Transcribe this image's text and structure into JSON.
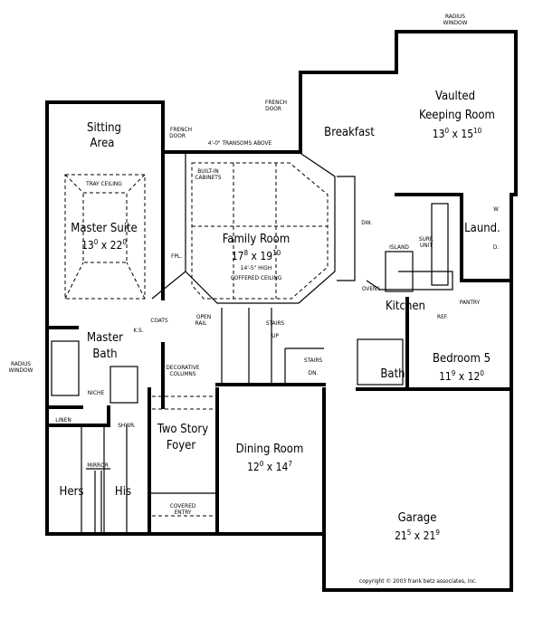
{
  "rooms": [
    {
      "id": "sitting",
      "name": "Sitting",
      "name2": "Area"
    },
    {
      "id": "master-suite",
      "name": "Master Suite",
      "dim": {
        "a": "13",
        "as": "0",
        "b": "22",
        "bs": "0"
      }
    },
    {
      "id": "family-room",
      "name": "Family Room",
      "dim": {
        "a": "17",
        "as": "8",
        "b": "19",
        "bs": "10"
      }
    },
    {
      "id": "breakfast",
      "name": "Breakfast"
    },
    {
      "id": "keeping-room",
      "name": "Vaulted",
      "name2": "Keeping Room",
      "dim": {
        "a": "13",
        "as": "0",
        "b": "15",
        "bs": "10"
      }
    },
    {
      "id": "kitchen",
      "name": "Kitchen"
    },
    {
      "id": "laundry",
      "name": "Laund."
    },
    {
      "id": "master-bath",
      "name": "Master",
      "name2": "Bath"
    },
    {
      "id": "bedroom-5",
      "name": "Bedroom 5",
      "dim": {
        "a": "11",
        "as": "9",
        "b": "12",
        "bs": "0"
      }
    },
    {
      "id": "bath",
      "name": "Bath"
    },
    {
      "id": "foyer",
      "name": "Two Story",
      "name2": "Foyer"
    },
    {
      "id": "dining",
      "name": "Dining Room",
      "dim": {
        "a": "12",
        "as": "0",
        "b": "14",
        "bs": "7"
      }
    },
    {
      "id": "garage",
      "name": "Garage",
      "dim": {
        "a": "21",
        "as": "5",
        "b": "21",
        "bs": "9"
      }
    },
    {
      "id": "hers",
      "name": "Hers"
    },
    {
      "id": "his",
      "name": "His"
    }
  ],
  "notes": {
    "radius_window_top": [
      "RADIUS",
      "WINDOW"
    ],
    "radius_window_left": [
      "RADIUS",
      "WINDOW"
    ],
    "french_door_1": [
      "FRENCH",
      "DOOR"
    ],
    "french_door_2": [
      "FRENCH",
      "DOOR"
    ],
    "transoms": "4'-0\" TRANSOMS ABOVE",
    "built_in": [
      "BUILT-IN",
      "CABINETS"
    ],
    "tray_ceiling": "TRAY CEILING",
    "fpl": "FPL.",
    "coats": "COATS",
    "ceiling": [
      "14'-5\" HIGH",
      "COFFERED CEILING"
    ],
    "dw": "DW.",
    "ovens": "OVENS",
    "island": "ISLAND",
    "surf_unit": [
      "SURF.",
      "UNIT"
    ],
    "w": "W",
    "d": "D.",
    "pantry": "PANTRY",
    "ref": "REF.",
    "open_rail": [
      "OPEN",
      "RAIL"
    ],
    "stairs_up": [
      "STAIRS",
      "UP"
    ],
    "stairs_dn": [
      "STAIRS",
      "DN."
    ],
    "ks": "K.S.",
    "niche": "NICHE",
    "linen": "LINEN",
    "shwr": "SHWR.",
    "decorative_columns": [
      "DECORATIVE",
      "COLUMNS"
    ],
    "mirror": "MIRROR",
    "covered_entry": [
      "COVERED",
      "ENTRY"
    ],
    "copyright": "copyright © 2003 frank betz associates, inc."
  }
}
